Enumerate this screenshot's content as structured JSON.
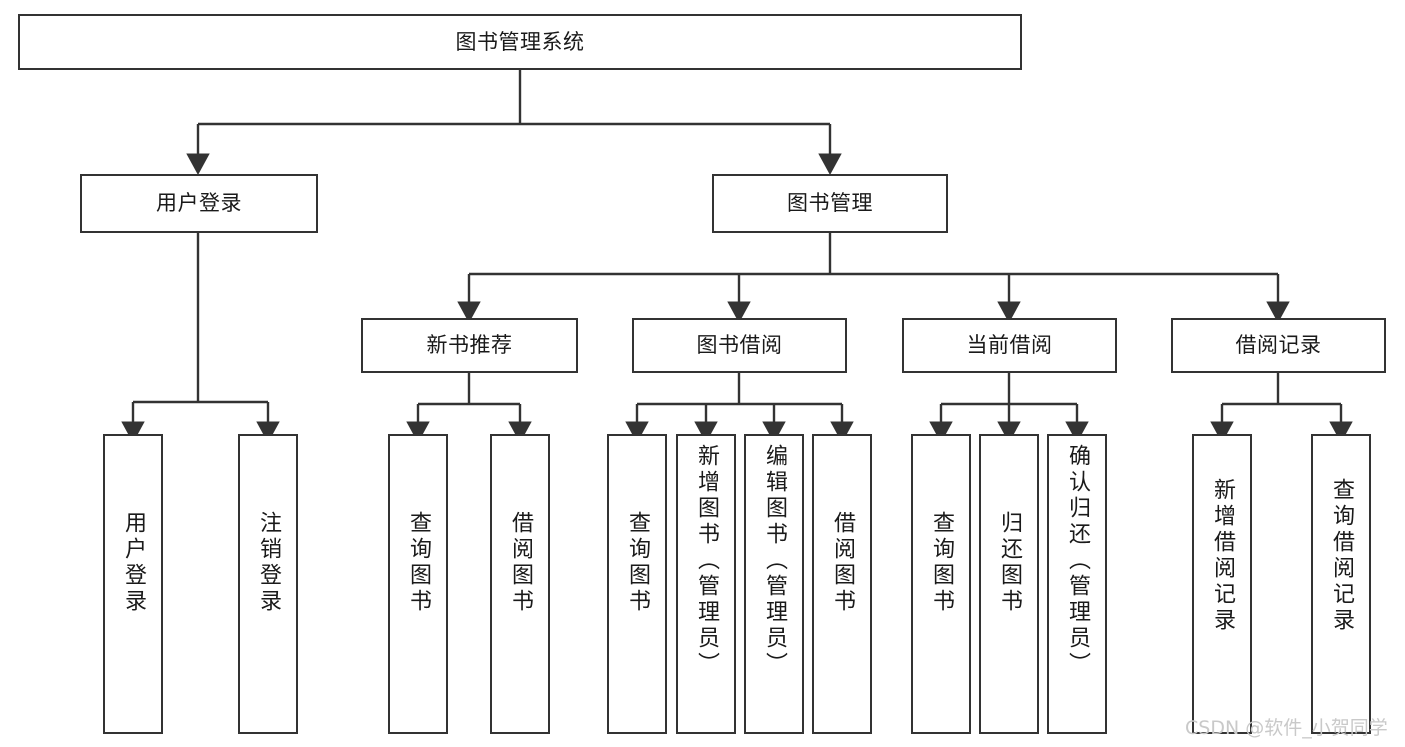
{
  "diagram": {
    "title": "图书管理系统",
    "type": "tree-hierarchy-chart",
    "watermark": "CSDN @软件_小贺同学",
    "colors": {
      "box_border": "#333333",
      "box_fill": "#ffffff",
      "text": "#1a1a1a",
      "connector": "#333333",
      "watermark": "#c9c9c9",
      "background": "#ffffff"
    },
    "levels": {
      "root": {
        "label": "图书管理系统"
      },
      "level2": [
        {
          "id": "user-login",
          "label": "用户登录"
        },
        {
          "id": "book-management",
          "label": "图书管理"
        }
      ],
      "level3": [
        {
          "id": "new-book-recommend",
          "label": "新书推荐"
        },
        {
          "id": "book-borrow",
          "label": "图书借阅"
        },
        {
          "id": "current-borrow",
          "label": "当前借阅"
        },
        {
          "id": "borrow-record",
          "label": "借阅记录"
        }
      ],
      "leaves": {
        "user_login": [
          {
            "id": "leaf-user-login",
            "label": "用户登录"
          },
          {
            "id": "leaf-logout-login",
            "label": "注销登录"
          }
        ],
        "new_book_recommend": [
          {
            "id": "leaf-query-book-1",
            "label": "查询图书"
          },
          {
            "id": "leaf-borrow-book-1",
            "label": "借阅图书"
          }
        ],
        "book_borrow": [
          {
            "id": "leaf-query-book-2",
            "label": "查询图书"
          },
          {
            "id": "leaf-add-book",
            "label": "新增图书（管理员）"
          },
          {
            "id": "leaf-edit-book",
            "label": "编辑图书（管理员）"
          },
          {
            "id": "leaf-borrow-book-2",
            "label": "借阅图书"
          }
        ],
        "current_borrow": [
          {
            "id": "leaf-query-book-3",
            "label": "查询图书"
          },
          {
            "id": "leaf-return-book",
            "label": "归还图书"
          },
          {
            "id": "leaf-confirm-return",
            "label": "确认归还（管理员）"
          }
        ],
        "borrow_record": [
          {
            "id": "leaf-add-record",
            "label": "新增借阅记录"
          },
          {
            "id": "leaf-query-record",
            "label": "查询借阅记录"
          }
        ]
      }
    }
  }
}
